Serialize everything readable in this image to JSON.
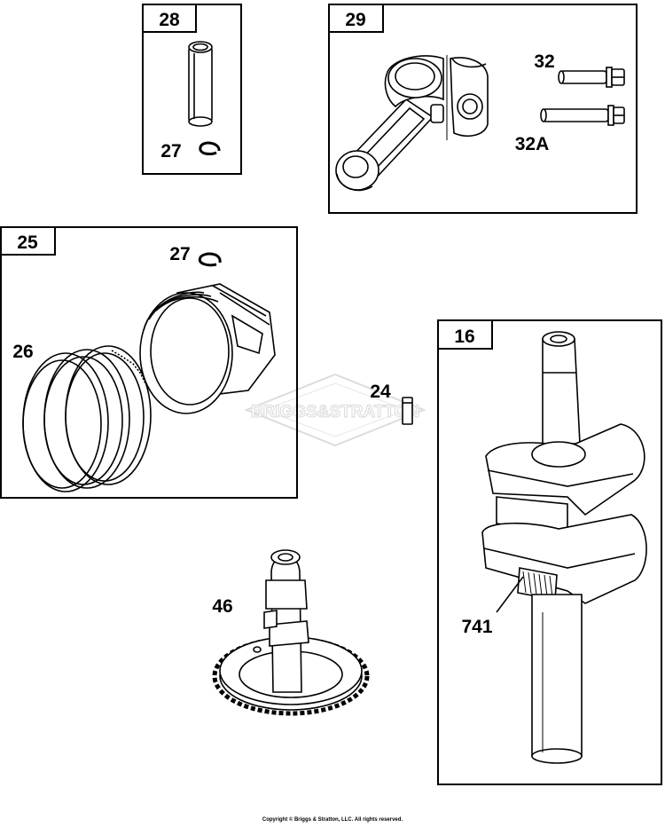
{
  "watermark": "BRIGGS&STRATTON",
  "copyright": "Copyright © Briggs & Stratton, LLC. All rights reserved.",
  "groups": {
    "g28": "28",
    "g29": "29",
    "g25": "25",
    "g16": "16"
  },
  "callouts": {
    "c27_top": "27",
    "c32": "32",
    "c32a": "32A",
    "c27_mid": "27",
    "c26": "26",
    "c24": "24",
    "c46": "46",
    "c741": "741"
  }
}
